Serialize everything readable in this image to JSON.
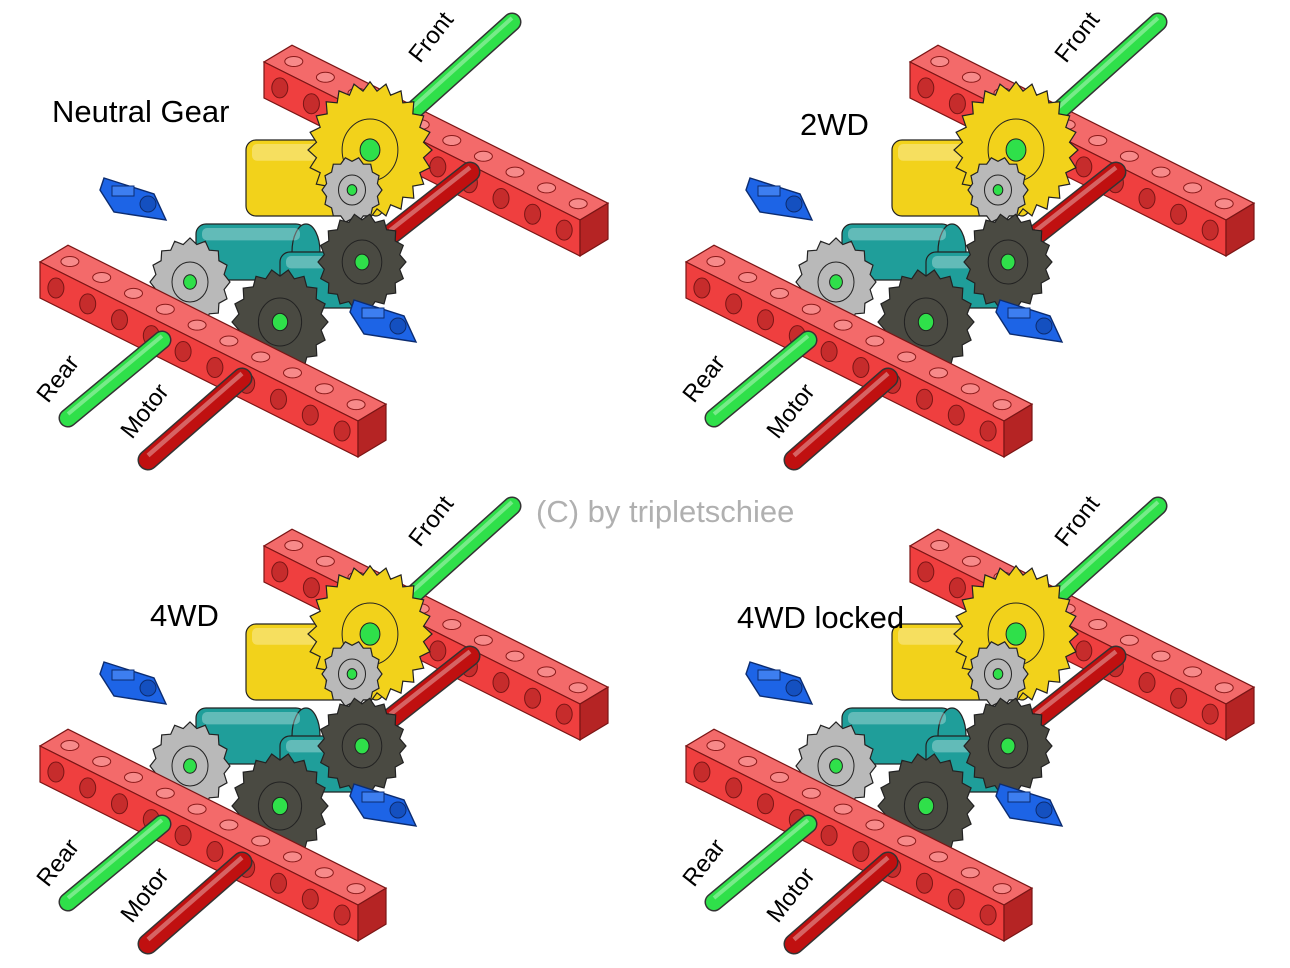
{
  "colors": {
    "beam": "#ef3f3f",
    "beam_dark": "#b52424",
    "front_axle": "#2fe04a",
    "motor_axle": "#c01010",
    "yellow_gear": "#f2d21b",
    "teal_clutch": "#1f9e9a",
    "gray_gear": "#b9b9b9",
    "dark_gear": "#4a4a42",
    "blue_lever": "#1d64e6"
  },
  "panels": [
    {
      "title": "Neutral Gear",
      "labels": {
        "front": "Front",
        "rear": "Rear",
        "motor": "Motor"
      }
    },
    {
      "title": "2WD",
      "labels": {
        "front": "Front",
        "rear": "Rear",
        "motor": "Motor"
      }
    },
    {
      "title": "4WD",
      "labels": {
        "front": "Front",
        "rear": "Rear",
        "motor": "Motor"
      }
    },
    {
      "title": "4WD locked",
      "labels": {
        "front": "Front",
        "rear": "Rear",
        "motor": "Motor"
      }
    }
  ],
  "credit": "(C) by tripletschiee"
}
